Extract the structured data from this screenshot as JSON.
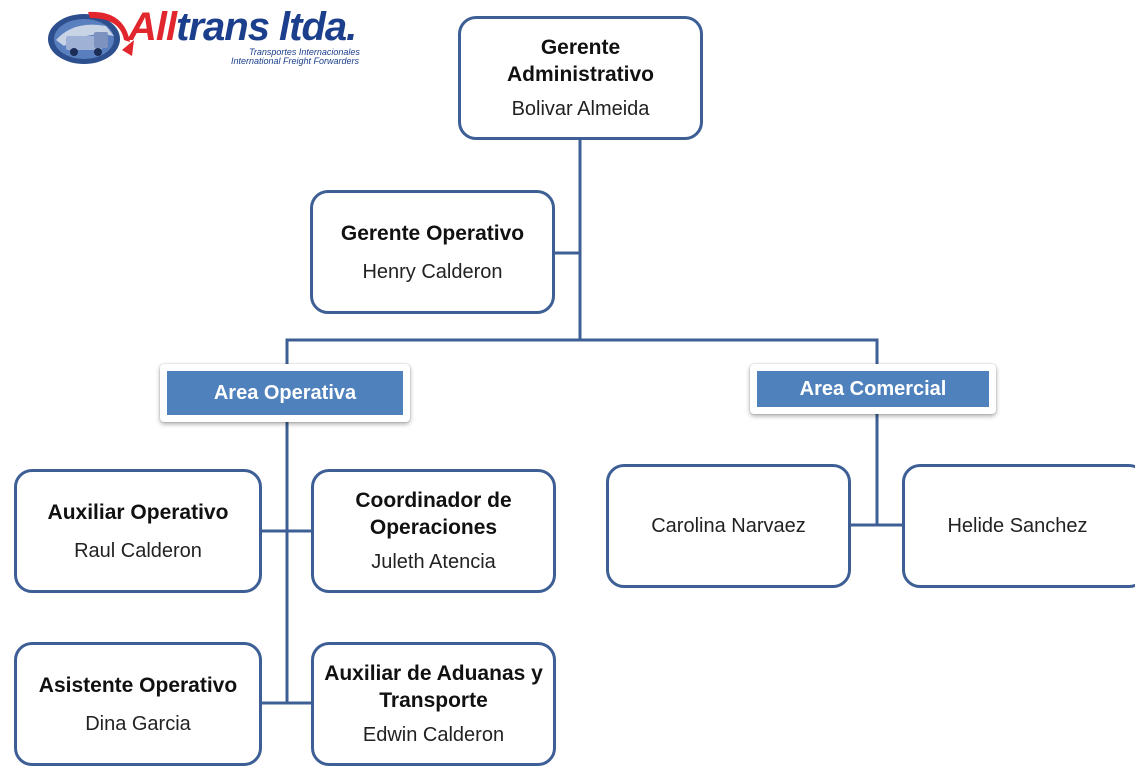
{
  "logo": {
    "name_accent": "All",
    "name_rest": "trans ltda.",
    "tagline_1": "Transportes Internacionales",
    "tagline_2": "International Freight Forwarders"
  },
  "nodes": {
    "gerente_administrativo": {
      "role": "Gerente Administrativo",
      "person": "Bolivar Almeida"
    },
    "gerente_operativo": {
      "role": "Gerente Operativo",
      "person": "Henry Calderon"
    },
    "auxiliar_operativo": {
      "role": "Auxiliar Operativo",
      "person": "Raul Calderon"
    },
    "coordinador_operaciones": {
      "role": "Coordinador de Operaciones",
      "person": "Juleth Atencia"
    },
    "asistente_operativo": {
      "role": "Asistente Operativo",
      "person": "Dina Garcia"
    },
    "auxiliar_aduanas": {
      "role": "Auxiliar de Aduanas y Transporte",
      "person": "Edwin Calderon"
    },
    "comercial_1": {
      "person": "Carolina Narvaez"
    },
    "comercial_2": {
      "person": "Helide Sanchez"
    }
  },
  "areas": {
    "operativa": "Area Operativa",
    "comercial": "Area Comercial"
  },
  "colors": {
    "box_border": "#3d5f96",
    "connector": "#3d5f96",
    "area_fill": "#4f81bd",
    "logo_red": "#e1262d",
    "logo_blue": "#1b3f8c"
  }
}
